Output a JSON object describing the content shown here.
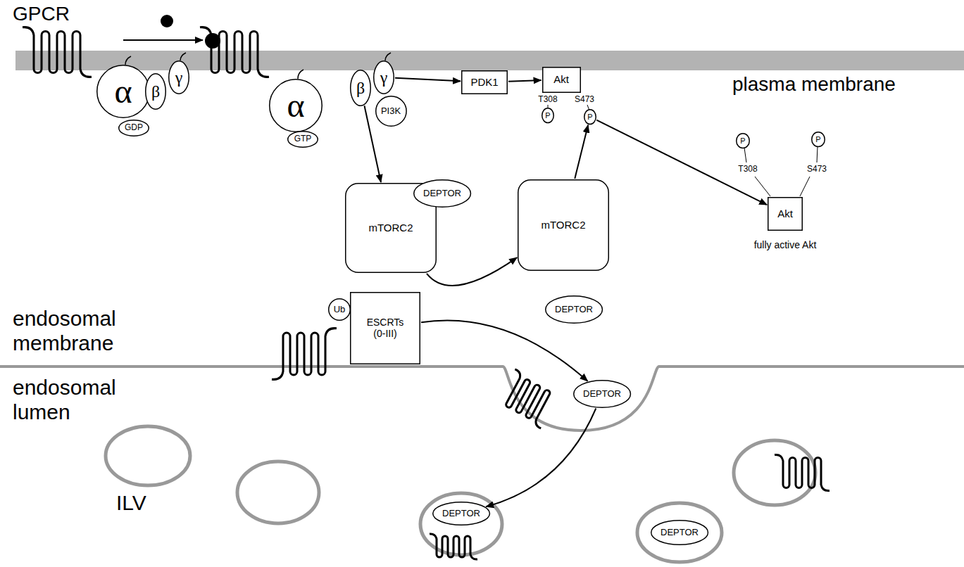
{
  "diagram": {
    "nodes": [
      {
        "text": [
          "α"
        ]
      },
      {
        "text": [
          "β"
        ]
      },
      {
        "text": [
          "γ"
        ]
      },
      {
        "text": [
          "GDP"
        ]
      },
      {
        "text": [
          "α"
        ]
      },
      {
        "text": [
          "GTP"
        ]
      },
      {
        "text": [
          "β"
        ]
      },
      {
        "text": [
          "γ"
        ]
      },
      {
        "text": [
          "PI3K"
        ]
      },
      {
        "text": [
          "PDK1"
        ]
      },
      {
        "text": [
          "Akt"
        ]
      },
      {
        "text": [
          "P"
        ]
      },
      {
        "text": [
          "P"
        ]
      },
      {
        "text": [
          "P"
        ]
      },
      {
        "text": [
          "P"
        ]
      },
      {
        "text": [
          "mTORC2"
        ]
      },
      {
        "text": [
          "DEPTOR"
        ]
      },
      {
        "text": [
          "mTORC2"
        ]
      },
      {
        "text": [
          "Akt"
        ]
      },
      {
        "text": [
          "Ub"
        ]
      },
      {
        "text": [
          "ESCRTs (0-III)"
        ]
      },
      {
        "text": [
          "DEPTOR"
        ]
      },
      {
        "text": [
          "DEPTOR"
        ]
      },
      {
        "text": [
          "DEPTOR"
        ]
      },
      {
        "text": [
          "DEPTOR"
        ]
      }
    ],
    "edges": [
      {
        "from": 7,
        "to": 9,
        "arrow": "to"
      },
      {
        "from": 9,
        "to": 10,
        "arrow": "to"
      },
      {
        "from": 6,
        "to": 15,
        "arrow": "to"
      },
      {
        "from": 15,
        "to": 17,
        "arrow": "to"
      },
      {
        "from": 17,
        "to": 12,
        "arrow": "to"
      },
      {
        "from": 12,
        "to": 18,
        "arrow": "to"
      },
      {
        "from": 20,
        "to": 22,
        "arrow": "to"
      },
      {
        "from": 22,
        "to": 23,
        "arrow": "to"
      }
    ],
    "labels": [
      "GPCR",
      "plasma membrane",
      "T308",
      "S473",
      "T308",
      "S473",
      "fully active Akt",
      "endosomal membrane",
      "endosomal lumen",
      "ILV"
    ]
  }
}
